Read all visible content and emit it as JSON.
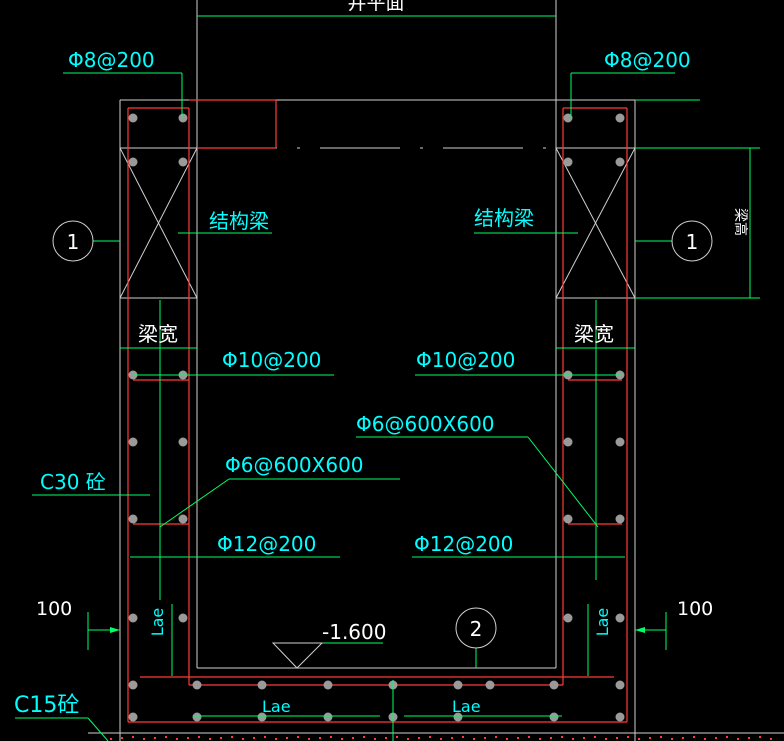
{
  "colors": {
    "background": "#000000",
    "outline": "#cfcfcf",
    "rebar": "#ff3b3b",
    "leader": "#00ff66",
    "label": "#00ffff",
    "text_white": "#ffffff",
    "dot": "#9a9a9a"
  },
  "labels": {
    "top_plan": "井平面",
    "rebar_top_left": "Φ8@200",
    "rebar_top_right": "Φ8@200",
    "beam_left": "结构梁",
    "beam_right": "结构梁",
    "beam_height": "梁高",
    "section_1_left": "1",
    "section_1_right": "1",
    "beam_width_left": "梁宽",
    "beam_width_right": "梁宽",
    "rebar_10_left": "Φ10@200",
    "rebar_10_right": "Φ10@200",
    "stirrup_left": "Φ6@600X600",
    "stirrup_right": "Φ6@600X600",
    "concrete_c30": "C30 砼",
    "rebar_12_left": "Φ12@200",
    "rebar_12_right": "Φ12@200",
    "dim_100_left": "100",
    "dim_100_right": "100",
    "lae_wall_left": "Lae",
    "lae_wall_right": "Lae",
    "elevation": "-1.600",
    "section_2": "2",
    "concrete_c15": "C15砼",
    "lae_bottom_left": "Lae",
    "lae_bottom_right": "Lae"
  }
}
